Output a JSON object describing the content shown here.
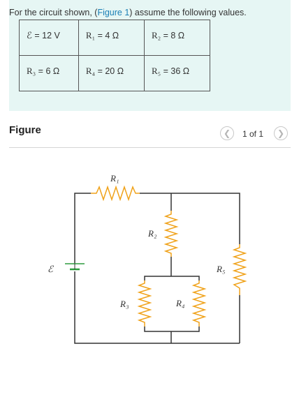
{
  "problem": {
    "intro_prefix": "For the circuit shown, (",
    "figure_link": "Figure 1",
    "intro_suffix": ") assume the following values."
  },
  "values_table": [
    [
      {
        "symbol": "ℰ",
        "value": " = 12 V"
      },
      {
        "symbol": "R₁",
        "value": " = 4 Ω"
      },
      {
        "symbol": "R₂",
        "value": " = 8 Ω"
      }
    ],
    [
      {
        "symbol": "R₃",
        "value": " = 6 Ω"
      },
      {
        "symbol": "R₄",
        "value": " = 20 Ω"
      },
      {
        "symbol": "R₅",
        "value": " = 36 Ω"
      }
    ]
  ],
  "figure": {
    "title": "Figure",
    "prev_icon": "chevron-left-icon",
    "next_icon": "chevron-right-icon",
    "counter": "1 of 1"
  },
  "circuit_labels": {
    "emf": "ℰ",
    "r1": "R₁",
    "r2": "R₂",
    "r3": "R₃",
    "r4": "R₄",
    "r5": "R₅"
  },
  "colors": {
    "panel_bg": "#e6f6f4",
    "link": "#1a7fb5",
    "resistor": "#f0a21a",
    "wire": "#333333",
    "battery": "#2e9c3e"
  }
}
